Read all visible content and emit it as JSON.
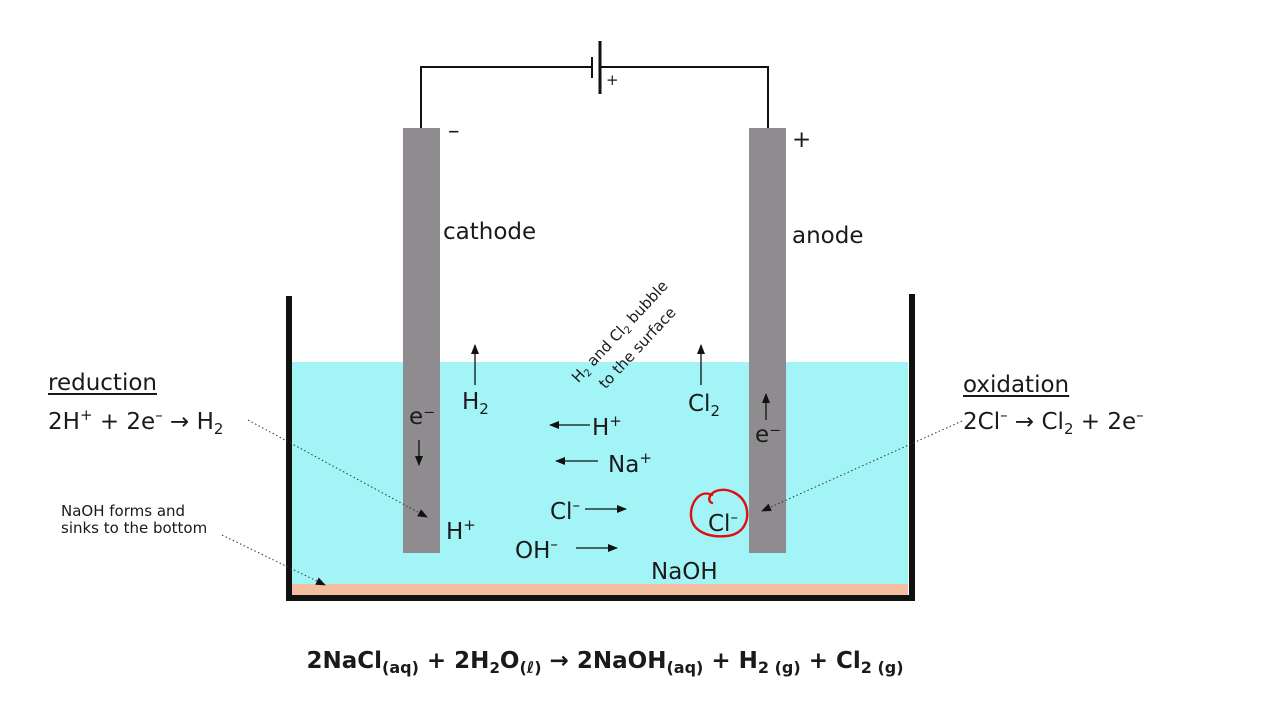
{
  "battery": {
    "plus_label": "+"
  },
  "electrodes": {
    "cathode": {
      "label": "cathode",
      "sign": "–",
      "electron": "e⁻"
    },
    "anode": {
      "label": "anode",
      "sign": "+",
      "electron": "e⁻"
    }
  },
  "bubble_note": {
    "line1_pre": "H",
    "line1_sub1": "2",
    "line1_mid": " and Cl",
    "line1_sub2": "2",
    "line1_post": " bubble",
    "line2": "to the surface"
  },
  "gases": {
    "h2": "H",
    "h2_sub": "2",
    "cl2": "Cl",
    "cl2_sub": "2"
  },
  "ions": {
    "h_plus_mid": "H",
    "h_plus_sup": "+",
    "na_plus": "Na",
    "na_plus_sup": "+",
    "cl_minus": "Cl",
    "cl_minus_sup": "–",
    "oh_minus": "OH",
    "oh_minus_sup": "–",
    "h_plus_cathode": "H",
    "h_plus_cathode_sup": "+",
    "cl_minus_anode": "Cl",
    "cl_minus_anode_sup": "–",
    "naoh": "NaOH"
  },
  "reduction": {
    "title": "reduction",
    "eq_a": "2H",
    "eq_a_sup": "+",
    "eq_b": " + 2e",
    "eq_b_sup": "–",
    "eq_c": " → H",
    "eq_c_sub": "2"
  },
  "oxidation": {
    "title": "oxidation",
    "eq_a": "2Cl",
    "eq_a_sup": "–",
    "eq_b": " → Cl",
    "eq_b_sub": "2",
    "eq_c": " + 2e",
    "eq_c_sup": "–"
  },
  "naoh_note": {
    "line1": "NaOH forms and",
    "line2": "sinks to the bottom"
  },
  "overall_equation": {
    "t1": "2NaCl",
    "s1": "(aq)",
    "t2": " + 2H",
    "s2": "2",
    "t3": "O",
    "s3": "(ℓ)",
    "t4": " → 2NaOH",
    "s4": "(aq)",
    "t5": " + H",
    "s5": "2 (g)",
    "t6": " + Cl",
    "s6": "2 (g)"
  },
  "colors": {
    "solution": "#a3f4f7",
    "electrode": "#8e8c8f",
    "sediment": "#f4bfa1",
    "container": "#111111",
    "highlight_circle": "#e01010"
  }
}
